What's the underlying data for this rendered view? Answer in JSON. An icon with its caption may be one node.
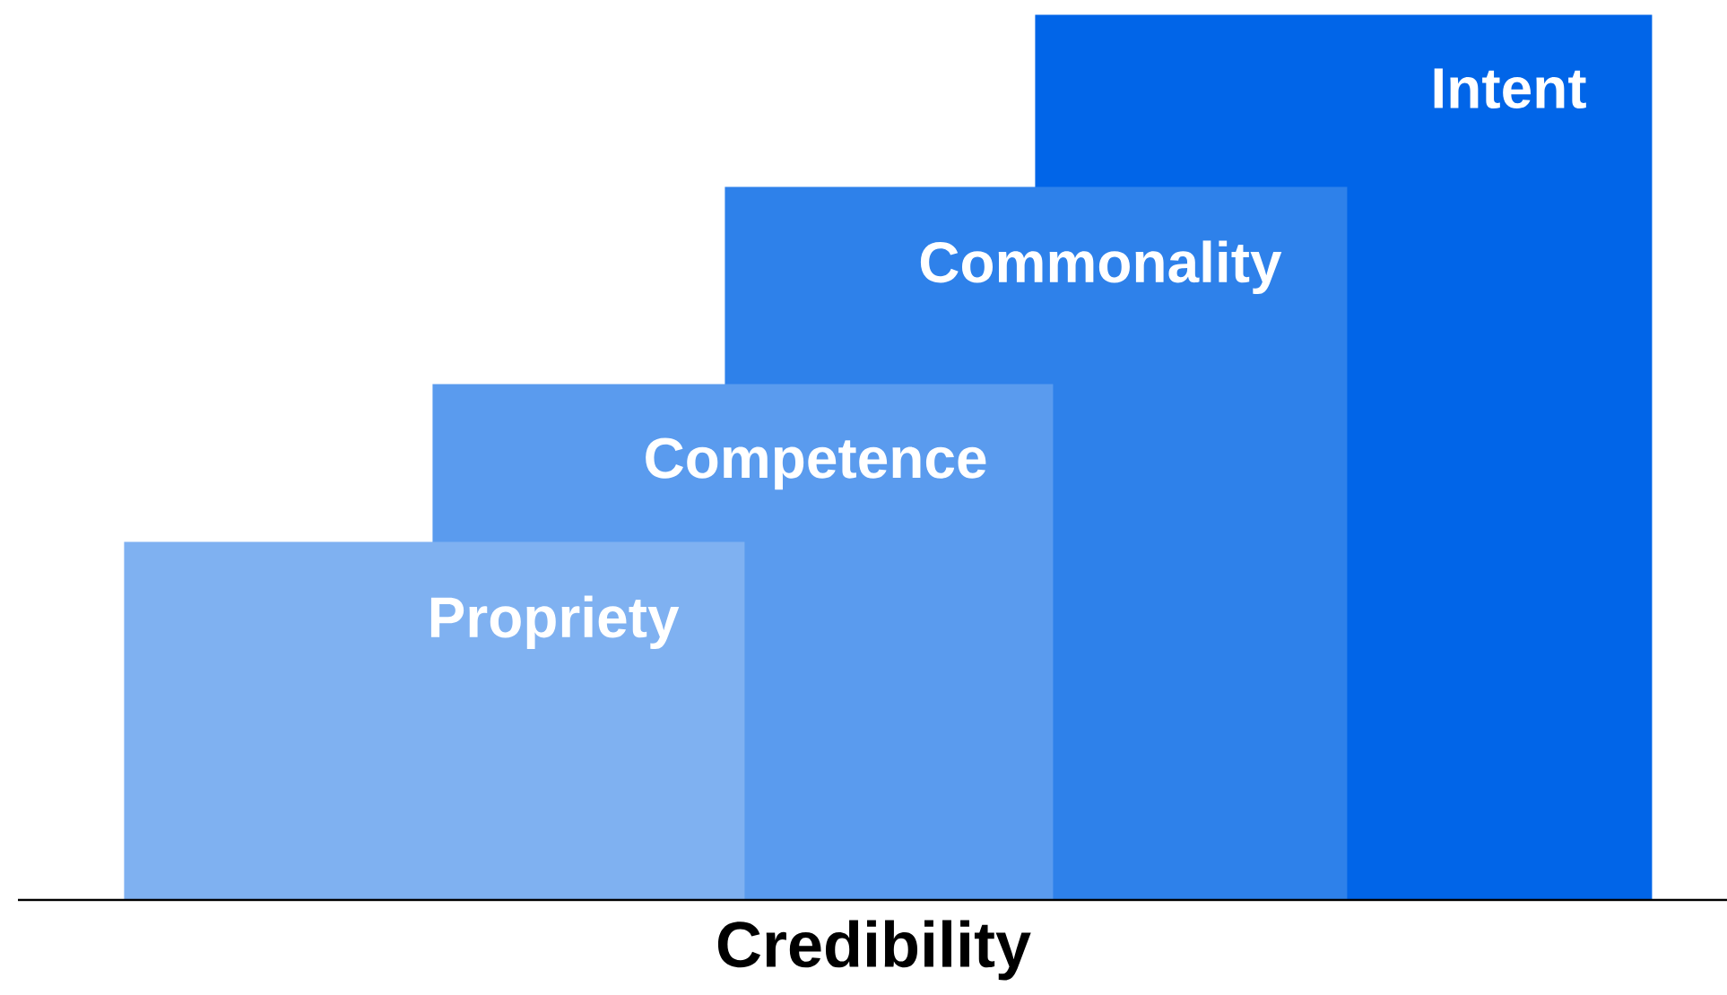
{
  "diagram": {
    "nodes": [
      {
        "text": [
          "Propriety"
        ]
      },
      {
        "text": [
          "Competence"
        ]
      },
      {
        "text": [
          "Commonality"
        ]
      },
      {
        "text": [
          "Intent"
        ]
      }
    ],
    "labels": [
      "Credibility"
    ]
  }
}
